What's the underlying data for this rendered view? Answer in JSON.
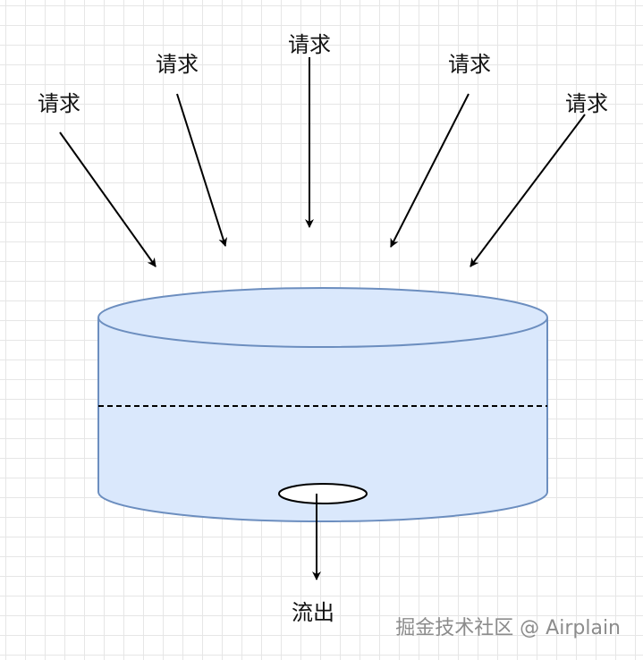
{
  "labels": {
    "request_1": "请求",
    "request_2": "请求",
    "request_3": "请求",
    "request_4": "请求",
    "request_5": "请求",
    "outflow": "流出"
  },
  "watermark": "掘金技术社区 @ Airplain",
  "colors": {
    "bucket_fill": "#dae8fc",
    "bucket_stroke": "#6c8ebf",
    "arrow": "#000000",
    "watermark": "#8c8c8c",
    "grid": "#e6e6e6"
  }
}
